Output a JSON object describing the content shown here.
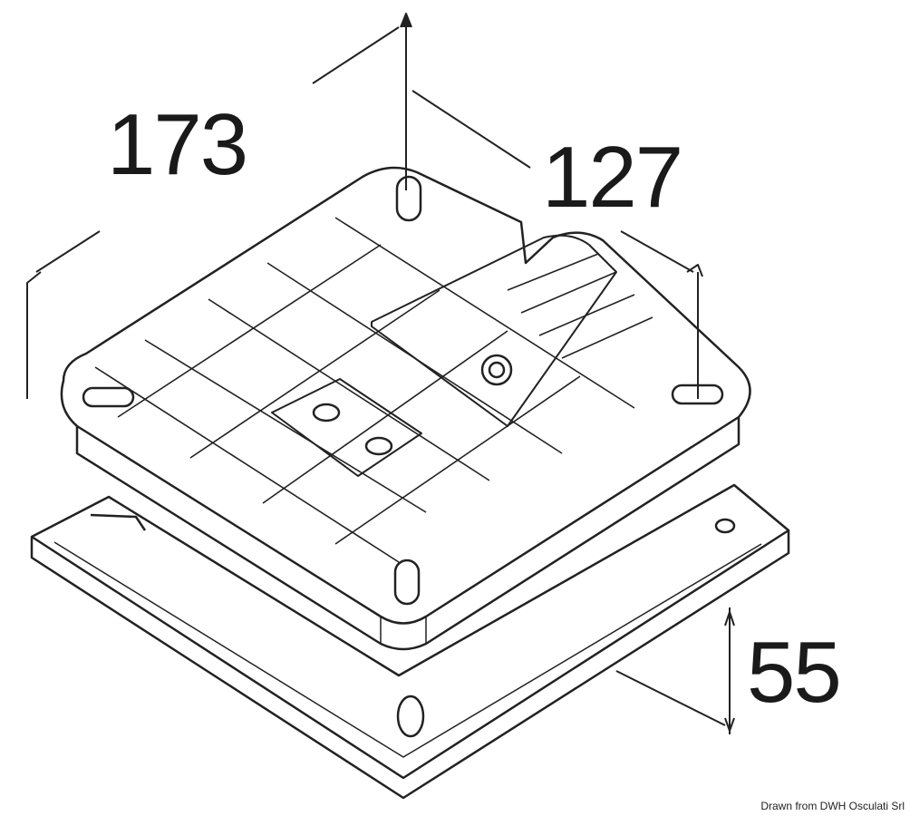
{
  "diagram": {
    "dimensions": {
      "length": "173",
      "width": "127",
      "height": "55"
    },
    "credit": "Drawn from DWH Osculati Srl"
  }
}
